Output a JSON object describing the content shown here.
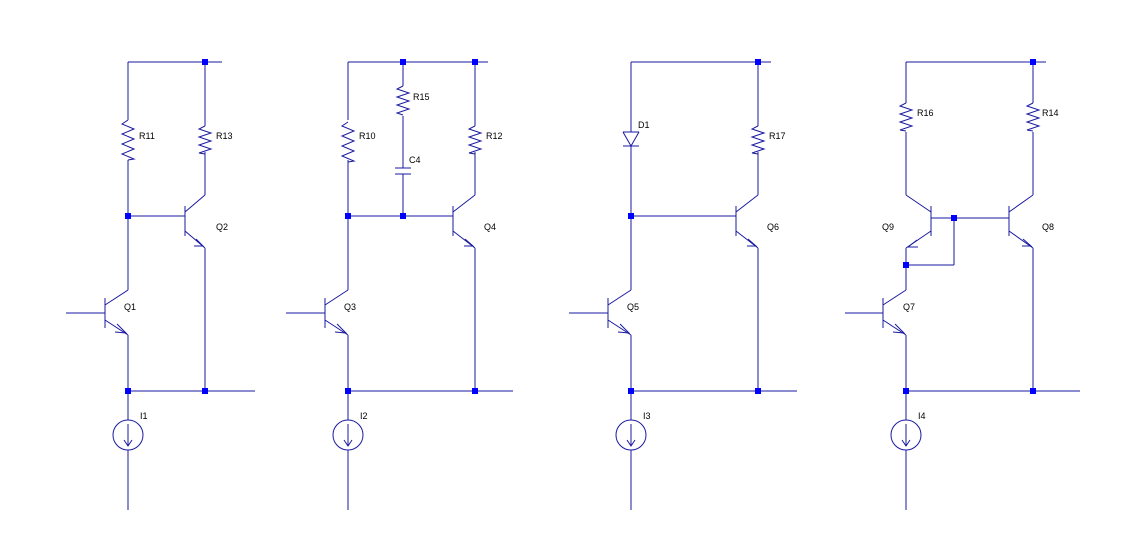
{
  "colors": {
    "wire": "#1a1aa0",
    "node": "#0000ff",
    "text": "#000000",
    "background": "#ffffff"
  },
  "labels": {
    "R11": "R11",
    "R13": "R13",
    "Q1": "Q1",
    "Q2": "Q2",
    "I1": "I1",
    "R10": "R10",
    "R15": "R15",
    "C4": "C4",
    "R12": "R12",
    "Q3": "Q3",
    "Q4": "Q4",
    "I2": "I2",
    "D1": "D1",
    "R17": "R17",
    "Q5": "Q5",
    "Q6": "Q6",
    "I3": "I3",
    "R16": "R16",
    "R14": "R14",
    "Q9": "Q9",
    "Q8": "Q8",
    "Q7": "Q7",
    "I4": "I4"
  }
}
